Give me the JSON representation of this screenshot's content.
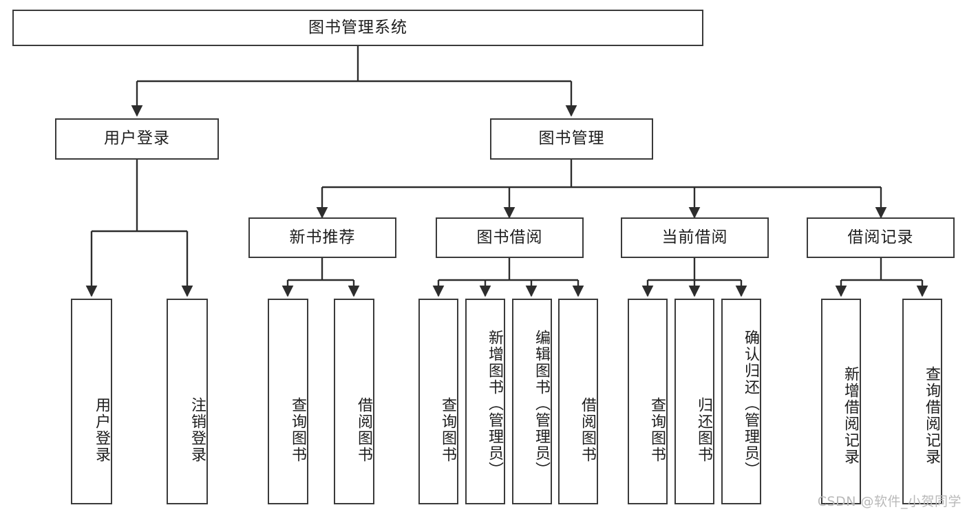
{
  "diagram": {
    "type": "tree-hierarchy",
    "title": "图书管理系统",
    "watermark": "CSDN @软件_小贺同学",
    "colors": {
      "box_border": "#3a3a3a",
      "box_fill": "#ffffff",
      "edge": "#2d2d2d",
      "text": "#1d1d1d",
      "watermark": "#b9b9b9",
      "background": "#ffffff"
    },
    "nodes": {
      "root": {
        "label": "图书管理系统",
        "level": 0,
        "orientation": "horizontal"
      },
      "l1": [
        {
          "id": "user_login",
          "label": "用户登录",
          "orientation": "horizontal"
        },
        {
          "id": "book_manage",
          "label": "图书管理",
          "orientation": "horizontal"
        }
      ],
      "l2": [
        {
          "id": "new_book_rec",
          "label": "新书推荐",
          "orientation": "horizontal",
          "parent": "book_manage"
        },
        {
          "id": "book_borrow",
          "label": "图书借阅",
          "orientation": "horizontal",
          "parent": "book_manage"
        },
        {
          "id": "current_borrow",
          "label": "当前借阅",
          "orientation": "horizontal",
          "parent": "book_manage"
        },
        {
          "id": "borrow_record",
          "label": "借阅记录",
          "orientation": "horizontal",
          "parent": "book_manage"
        }
      ],
      "leaves": [
        {
          "id": "leaf_user_login",
          "label": "用户登录",
          "parent": "user_login",
          "orientation": "vertical"
        },
        {
          "id": "leaf_user_logout",
          "label": "注销登录",
          "parent": "user_login",
          "orientation": "vertical"
        },
        {
          "id": "leaf_query_book_1",
          "label": "查询图书",
          "parent": "new_book_rec",
          "orientation": "vertical"
        },
        {
          "id": "leaf_borrow_book_1",
          "label": "借阅图书",
          "parent": "new_book_rec",
          "orientation": "vertical"
        },
        {
          "id": "leaf_query_book_2",
          "label": "查询图书",
          "parent": "book_borrow",
          "orientation": "vertical"
        },
        {
          "id": "leaf_add_book",
          "label": "新增图书（管理员）",
          "parent": "book_borrow",
          "orientation": "vertical"
        },
        {
          "id": "leaf_edit_book",
          "label": "编辑图书（管理员）",
          "parent": "book_borrow",
          "orientation": "vertical"
        },
        {
          "id": "leaf_borrow_book_2",
          "label": "借阅图书",
          "parent": "book_borrow",
          "orientation": "vertical"
        },
        {
          "id": "leaf_query_book_3",
          "label": "查询图书",
          "parent": "current_borrow",
          "orientation": "vertical"
        },
        {
          "id": "leaf_return_book",
          "label": "归还图书",
          "parent": "current_borrow",
          "orientation": "vertical"
        },
        {
          "id": "leaf_confirm_return",
          "label": "确认归还（管理员）",
          "parent": "current_borrow",
          "orientation": "vertical"
        },
        {
          "id": "leaf_add_record",
          "label": "新增借阅记录",
          "parent": "borrow_record",
          "orientation": "vertical"
        },
        {
          "id": "leaf_query_record",
          "label": "查询借阅记录",
          "parent": "borrow_record",
          "orientation": "vertical"
        }
      ]
    }
  }
}
